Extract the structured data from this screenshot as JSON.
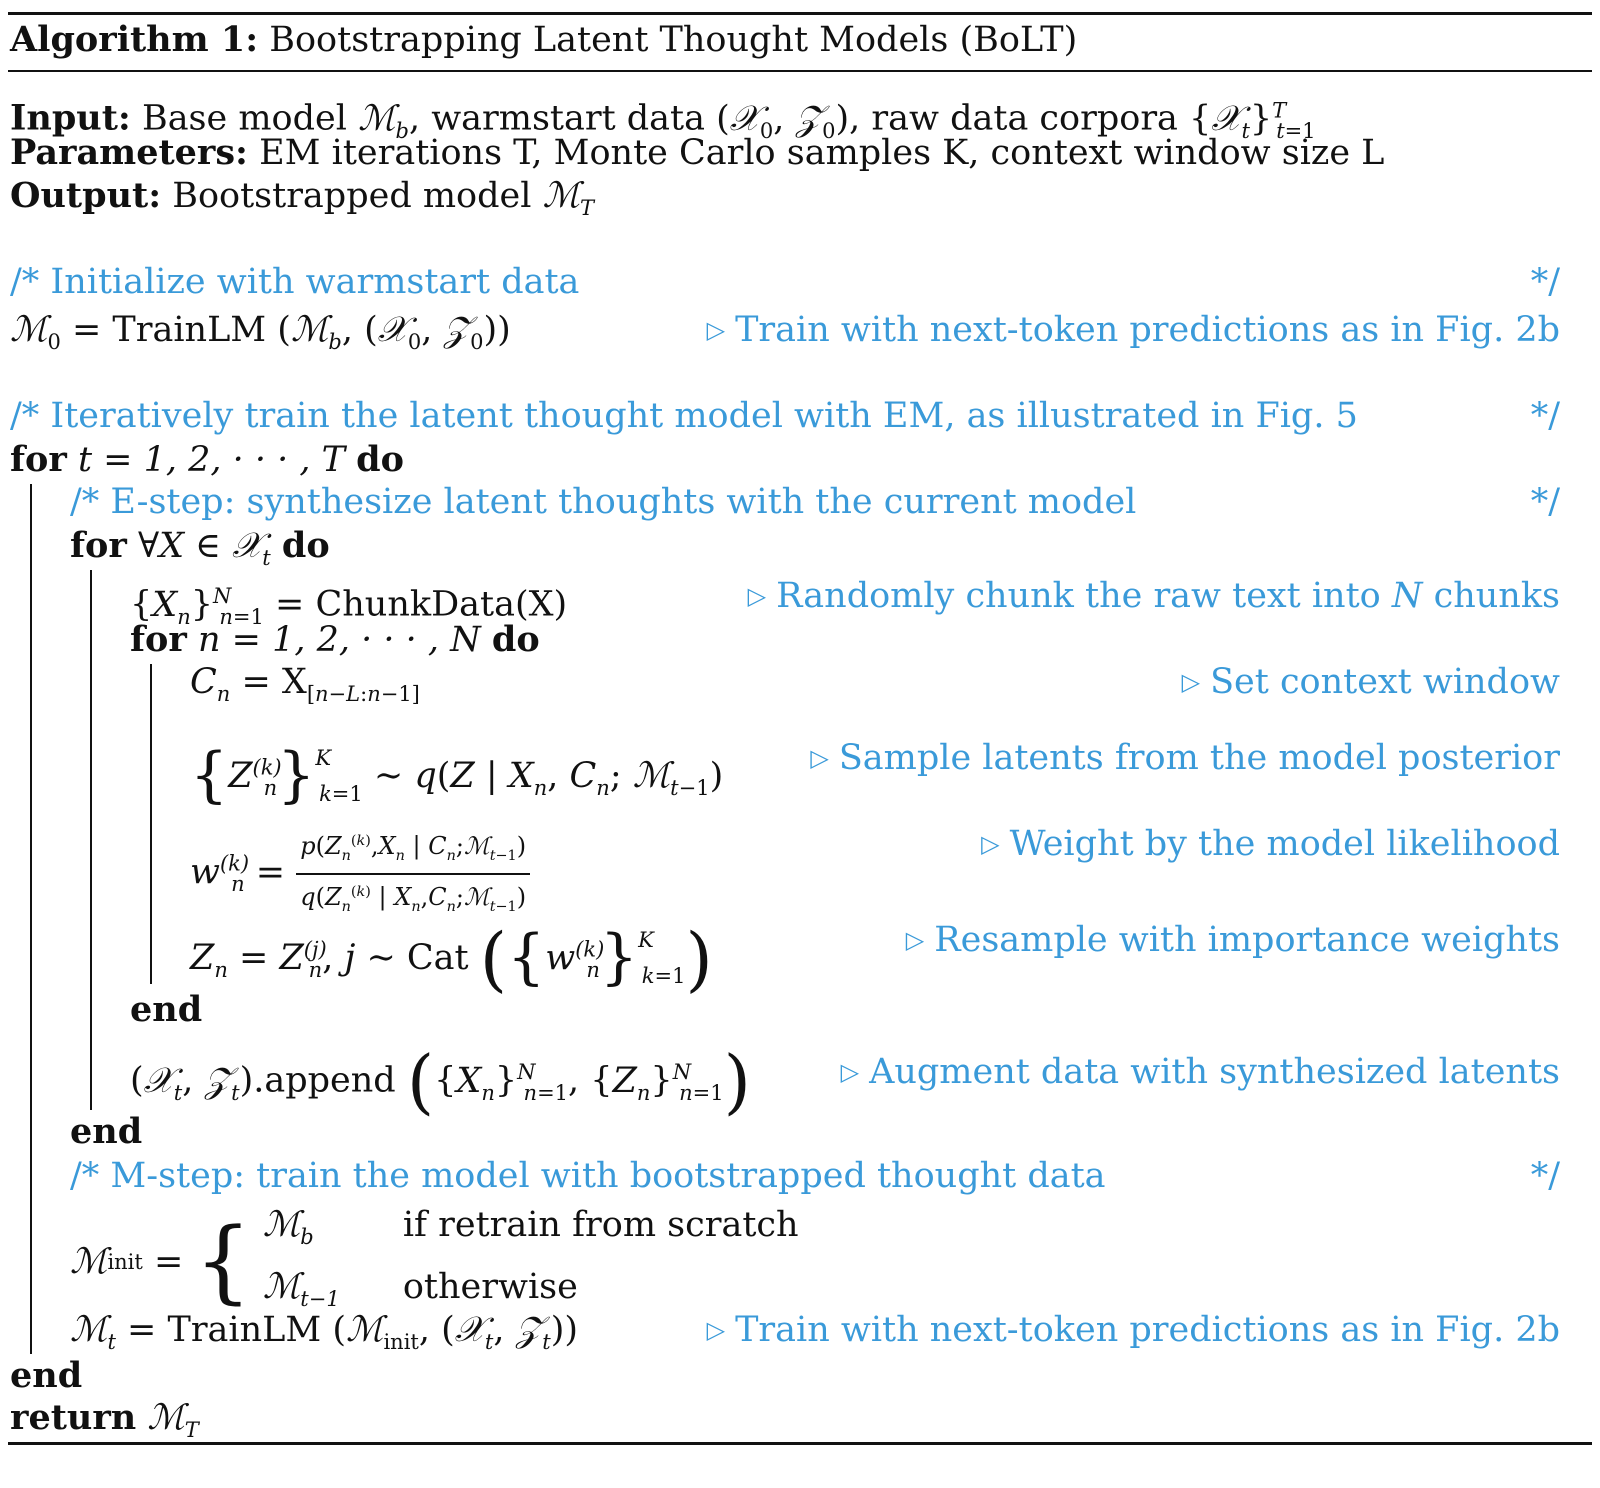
{
  "title": {
    "label": "Algorithm 1:",
    "text": "Bootstrapping Latent Thought Models (BoLT)"
  },
  "header": {
    "input_label": "Input:",
    "input_text_a": "Base model ",
    "input_text_b": ", warmstart data ",
    "input_text_c": ", raw data corpora ",
    "params_label": "Parameters:",
    "params_text": "EM iterations T, Monte Carlo samples K, context window size L",
    "output_label": "Output:",
    "output_text": "Bootstrapped model "
  },
  "steps": {
    "init_comment": "/* Initialize with warmstart data",
    "comment_close": "*/",
    "init_stmt": "M₀ = TrainLM (M_b, (X₀, Z₀))",
    "init_note": "Train with next-token predictions as in Fig. 2b",
    "em_comment": "/* Iteratively train the latent thought model with EM, as illustrated in Fig. 5",
    "for_t_kw": "for",
    "for_t_expr": "t = 1, 2, · · · , T",
    "do_kw": "do",
    "estep_comment": "/* E-step: synthesize latent thoughts with the current model",
    "for_x_expr": "∀X ∈ X_t",
    "chunk_stmt": "= ChunkData(X)",
    "chunk_note_a": "Randomly chunk the raw text into ",
    "chunk_note_n": "N",
    "chunk_note_b": " chunks",
    "for_n_expr": "n = 1, 2, · · · , N",
    "context_note": "Set context window",
    "sample_note": "Sample latents from the model posterior",
    "weight_note": "Weight by the model likelihood",
    "resample_note": "Resample with importance weights",
    "end_kw": "end",
    "append_note": "Augment data with synthesized latents",
    "mstep_comment": "/* M-step: train the model with bootstrapped thought data",
    "case_1": "if retrain from scratch",
    "case_2": "otherwise",
    "train_note": "Train with next-token predictions as in Fig. 2b",
    "return_kw": "return"
  }
}
